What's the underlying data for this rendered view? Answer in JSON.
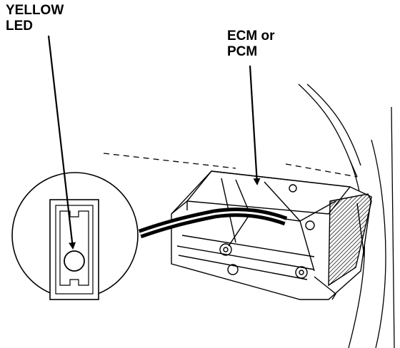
{
  "labels": {
    "yellow_led": [
      "YELLOW",
      "LED"
    ],
    "ecm_pcm": [
      "ECM or",
      "PCM"
    ]
  },
  "colors": {
    "ink": "#000000",
    "paper": "#ffffff"
  }
}
